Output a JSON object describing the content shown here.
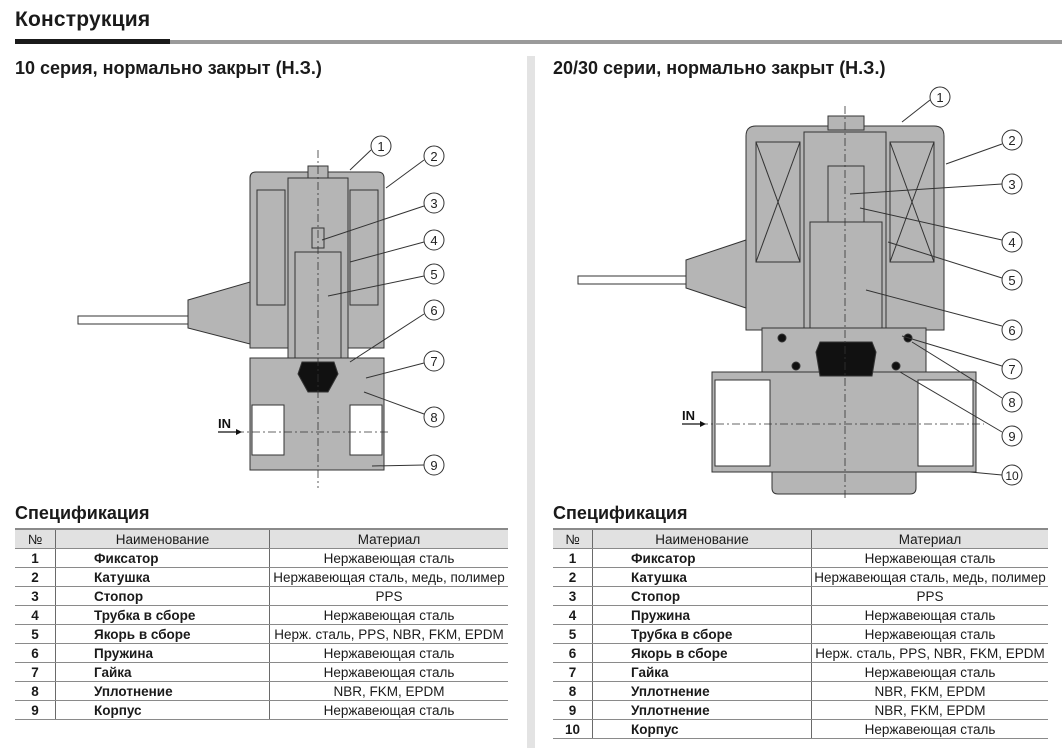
{
  "page": {
    "title": "Конструкция"
  },
  "left": {
    "subtitle": "10 серия, нормально закрыт (Н.З.)",
    "diagram": {
      "inlet_label": "IN",
      "callouts": [
        "1",
        "2",
        "3",
        "4",
        "5",
        "6",
        "7",
        "8",
        "9"
      ]
    },
    "spec_title": "Спецификация",
    "table": {
      "headers": [
        "№",
        "Наименование",
        "Материал"
      ],
      "rows": [
        {
          "num": "1",
          "name": "Фиксатор",
          "material": "Нержавеющая сталь"
        },
        {
          "num": "2",
          "name": "Катушка",
          "material": "Нержавеющая сталь, медь, полимер"
        },
        {
          "num": "3",
          "name": "Стопор",
          "material": "PPS"
        },
        {
          "num": "4",
          "name": "Трубка в сборе",
          "material": "Нержавеющая сталь"
        },
        {
          "num": "5",
          "name": "Якорь в сборе",
          "material": "Нерж. сталь, PPS, NBR, FKM, EPDM"
        },
        {
          "num": "6",
          "name": "Пружина",
          "material": "Нержавеющая сталь"
        },
        {
          "num": "7",
          "name": "Гайка",
          "material": "Нержавеющая сталь"
        },
        {
          "num": "8",
          "name": "Уплотнение",
          "material": "NBR, FKM, EPDM"
        },
        {
          "num": "9",
          "name": "Корпус",
          "material": "Нержавеющая сталь"
        }
      ]
    }
  },
  "right": {
    "subtitle": "20/30 серии, нормально закрыт (Н.З.)",
    "diagram": {
      "inlet_label": "IN",
      "callouts": [
        "1",
        "2",
        "3",
        "4",
        "5",
        "6",
        "7",
        "8",
        "9",
        "10"
      ]
    },
    "spec_title": "Спецификация",
    "table": {
      "headers": [
        "№",
        "Наименование",
        "Материал"
      ],
      "rows": [
        {
          "num": "1",
          "name": "Фиксатор",
          "material": "Нержавеющая сталь"
        },
        {
          "num": "2",
          "name": "Катушка",
          "material": "Нержавеющая сталь, медь, полимер"
        },
        {
          "num": "3",
          "name": "Стопор",
          "material": "PPS"
        },
        {
          "num": "4",
          "name": "Пружина",
          "material": "Нержавеющая сталь"
        },
        {
          "num": "5",
          "name": "Трубка в сборе",
          "material": "Нержавеющая сталь"
        },
        {
          "num": "6",
          "name": "Якорь в сборе",
          "material": "Нерж. сталь, PPS, NBR, FKM, EPDM"
        },
        {
          "num": "7",
          "name": "Гайка",
          "material": "Нержавеющая сталь"
        },
        {
          "num": "8",
          "name": "Уплотнение",
          "material": "NBR, FKM, EPDM"
        },
        {
          "num": "9",
          "name": "Уплотнение",
          "material": "NBR, FKM, EPDM"
        },
        {
          "num": "10",
          "name": "Корпус",
          "material": "Нержавеющая сталь"
        }
      ]
    }
  },
  "colors": {
    "part_fill": "#b5b5b5",
    "seal_fill": "#111111",
    "header_fill": "#e1e1e1",
    "divider": "#e3e3e3",
    "rule_dark": "#1a1a1a",
    "rule_grey": "#9a9a9a"
  }
}
